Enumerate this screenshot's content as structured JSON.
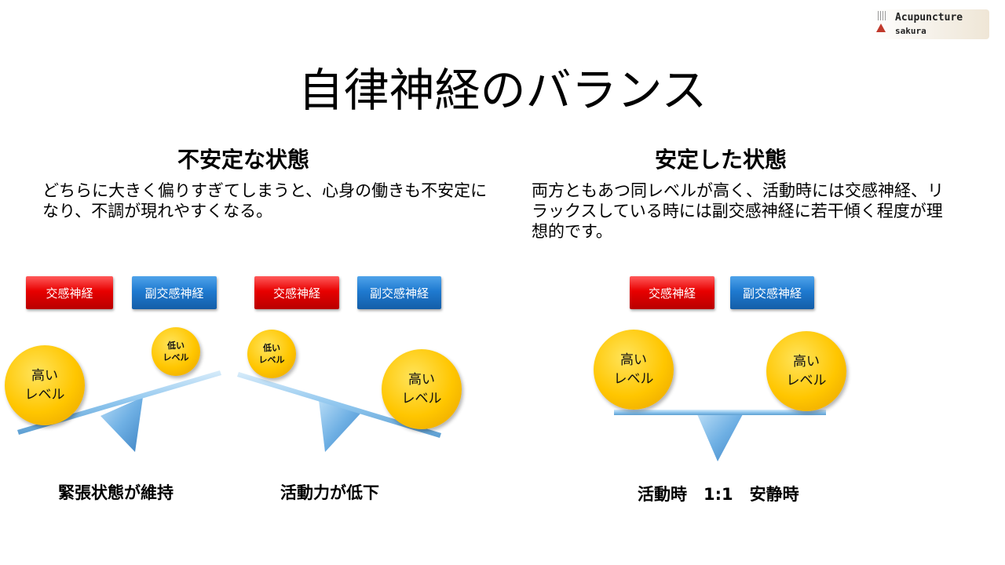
{
  "logo": {
    "line1": "Acupuncture",
    "line2": "sakura"
  },
  "title": "自律神経のバランス",
  "unstable": {
    "heading": "不安定な状態",
    "desc_line1": "どちらに大きく偏りすぎてしまうと、心身の働きも不安定に",
    "desc_line2": "なり、不調が現れやすくなる。",
    "left": {
      "tag_red": "交感神経",
      "tag_blue": "副交感神経",
      "ball_high_1": "高い",
      "ball_high_2": "レベル",
      "ball_low_1": "低い",
      "ball_low_2": "レベル",
      "caption": "緊張状態が維持"
    },
    "right": {
      "tag_red": "交感神経",
      "tag_blue": "副交感神経",
      "ball_low_1": "低い",
      "ball_low_2": "レベル",
      "ball_high_1": "高い",
      "ball_high_2": "レベル",
      "caption": "活動力が低下"
    }
  },
  "stable": {
    "heading": "安定した状態",
    "desc_line1": "両方ともあつ同レベルが高く、活動時には交感神経、リ",
    "desc_line2": "ラックスしている時には副交感神経に若干傾く程度が理",
    "desc_line3": "想的です。",
    "tag_red": "交感神経",
    "tag_blue": "副交感神経",
    "ball_left_1": "高い",
    "ball_left_2": "レベル",
    "ball_right_1": "高い",
    "ball_right_2": "レベル",
    "caption": "活動時　1:1　安静時"
  },
  "colors": {
    "sympathetic": "#e80000",
    "parasympathetic": "#1f7ad0",
    "ball": "#ffc600",
    "beam": "#8fc6ee"
  }
}
